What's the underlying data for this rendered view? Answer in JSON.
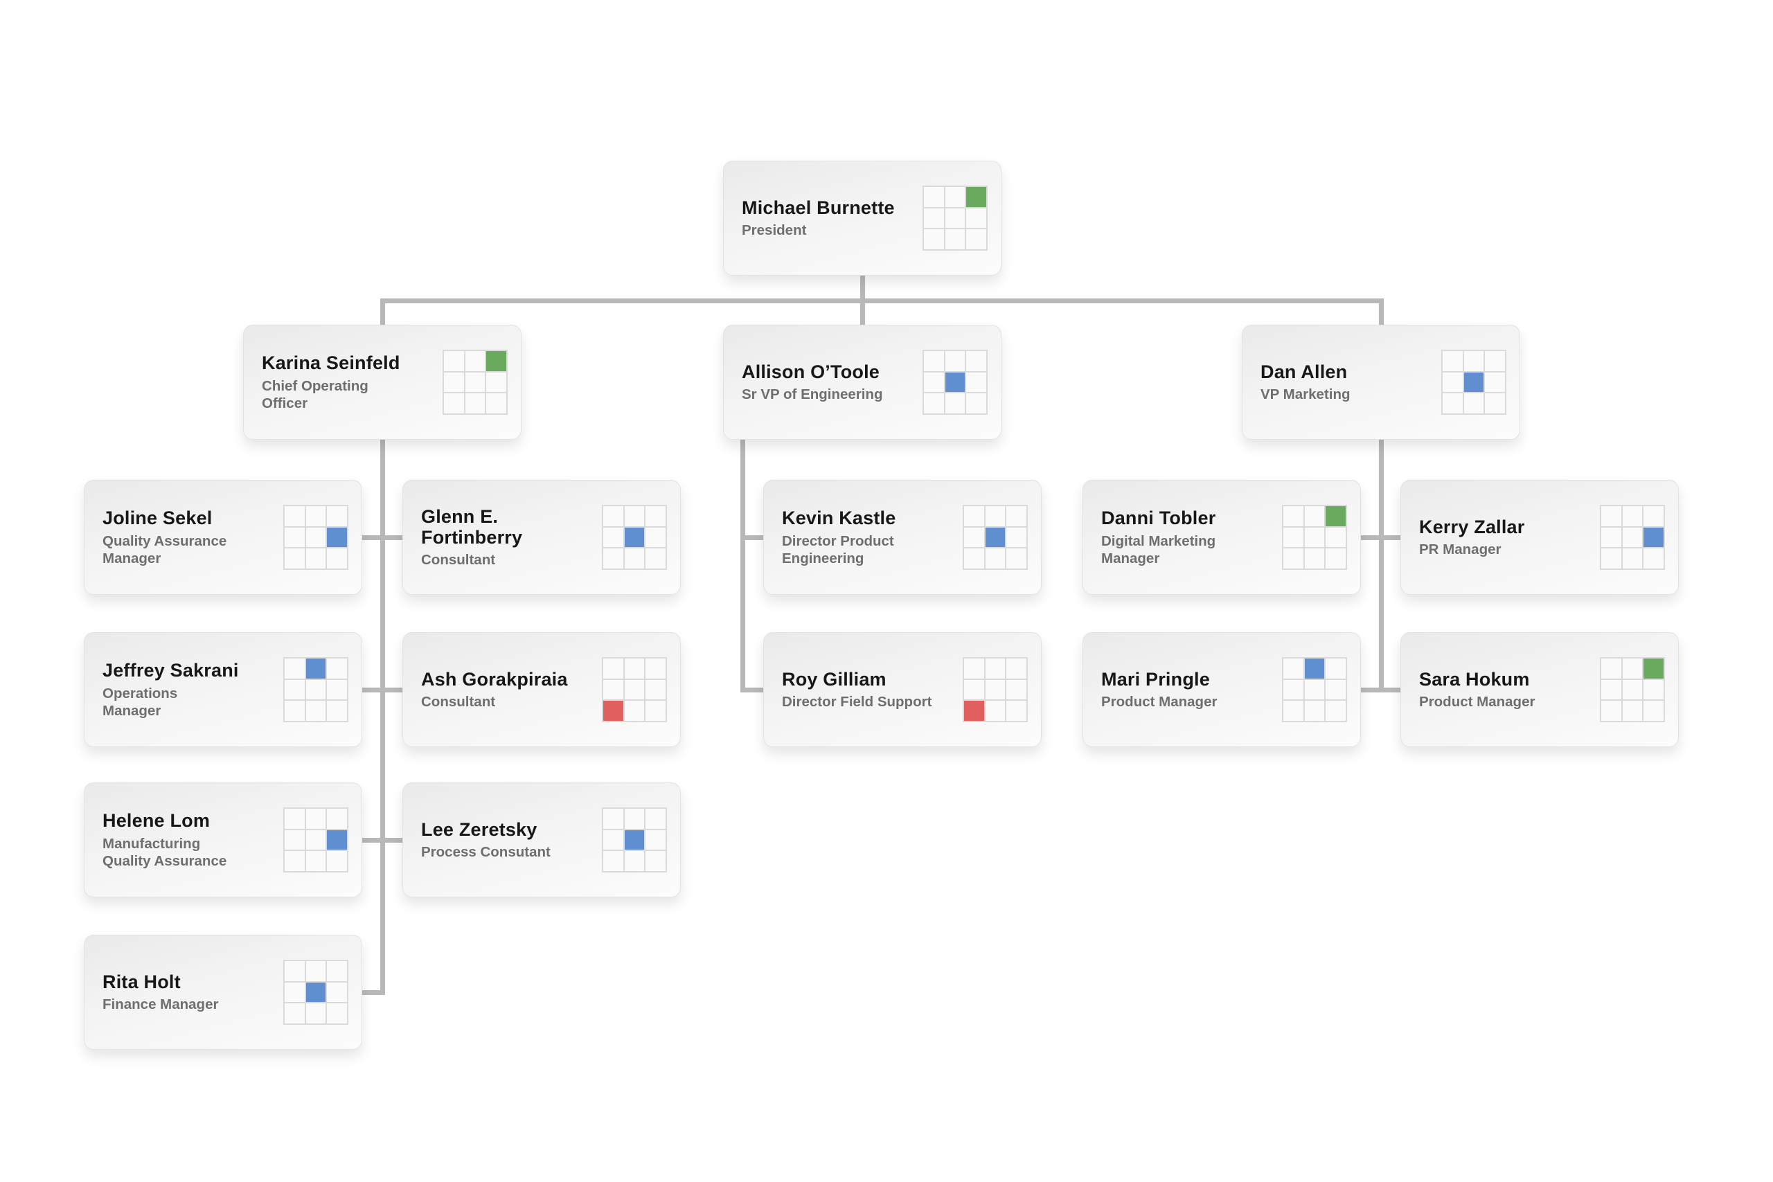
{
  "colors": {
    "green": "#6aaa5e",
    "blue": "#5f8fd0",
    "red": "#e06060",
    "connector": "#b8b8b8"
  },
  "people": [
    {
      "name": "Michael Burnette",
      "title": "President",
      "marker": {
        "color": "green",
        "row": 0,
        "col": 2
      }
    },
    {
      "name": "Karina Seinfeld",
      "title": "Chief Operating\nOfficer",
      "marker": {
        "color": "green",
        "row": 0,
        "col": 2
      }
    },
    {
      "name": "Allison O’Toole",
      "title": "Sr VP of Engineering",
      "marker": {
        "color": "blue",
        "row": 1,
        "col": 1
      }
    },
    {
      "name": "Dan Allen",
      "title": "VP Marketing",
      "marker": {
        "color": "blue",
        "row": 1,
        "col": 1
      }
    },
    {
      "name": "Joline Sekel",
      "title": "Quality Assurance\nManager",
      "marker": {
        "color": "blue",
        "row": 1,
        "col": 2
      }
    },
    {
      "name": "Glenn E.\nFortinberry",
      "title": "Consultant",
      "marker": {
        "color": "blue",
        "row": 1,
        "col": 1
      }
    },
    {
      "name": "Kevin Kastle",
      "title": "Director Product\nEngineering",
      "marker": {
        "color": "blue",
        "row": 1,
        "col": 1
      }
    },
    {
      "name": "Danni Tobler",
      "title": "Digital Marketing\nManager",
      "marker": {
        "color": "green",
        "row": 0,
        "col": 2
      }
    },
    {
      "name": "Kerry Zallar",
      "title": "PR Manager",
      "marker": {
        "color": "blue",
        "row": 1,
        "col": 2
      }
    },
    {
      "name": "Jeffrey Sakrani",
      "title": "Operations\nManager",
      "marker": {
        "color": "blue",
        "row": 0,
        "col": 1
      }
    },
    {
      "name": "Ash Gorakpiraia",
      "title": "Consultant",
      "marker": {
        "color": "red",
        "row": 2,
        "col": 0
      }
    },
    {
      "name": "Roy Gilliam",
      "title": "Director Field Support",
      "marker": {
        "color": "red",
        "row": 2,
        "col": 0
      }
    },
    {
      "name": "Mari Pringle",
      "title": "Product Manager",
      "marker": {
        "color": "blue",
        "row": 0,
        "col": 1
      }
    },
    {
      "name": "Sara Hokum",
      "title": "Product Manager",
      "marker": {
        "color": "green",
        "row": 0,
        "col": 2
      }
    },
    {
      "name": "Helene Lom",
      "title": "Manufacturing\nQuality Assurance",
      "marker": {
        "color": "blue",
        "row": 1,
        "col": 2
      }
    },
    {
      "name": "Lee Zeretsky",
      "title": "Process Consutant",
      "marker": {
        "color": "blue",
        "row": 1,
        "col": 1
      }
    },
    {
      "name": "Rita Holt",
      "title": "Finance Manager",
      "marker": {
        "color": "blue",
        "row": 1,
        "col": 1
      }
    }
  ],
  "hierarchy": {
    "Michael Burnette": [
      "Karina Seinfeld",
      "Allison O’Toole",
      "Dan Allen"
    ],
    "Karina Seinfeld": [
      "Joline Sekel",
      "Glenn E. Fortinberry",
      "Jeffrey Sakrani",
      "Ash Gorakpiraia",
      "Helene Lom",
      "Lee Zeretsky",
      "Rita Holt"
    ],
    "Allison O’Toole": [
      "Kevin Kastle",
      "Roy Gilliam"
    ],
    "Dan Allen": [
      "Danni Tobler",
      "Kerry Zallar",
      "Mari Pringle",
      "Sara Hokum"
    ]
  }
}
